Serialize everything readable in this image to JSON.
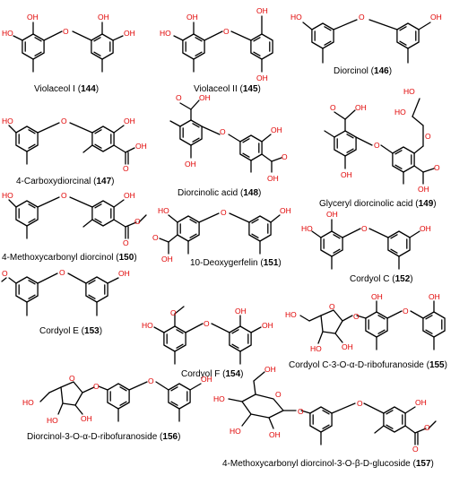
{
  "compounds": [
    {
      "name": "Violaceol I",
      "number": "144"
    },
    {
      "name": "Violaceol II",
      "number": "145"
    },
    {
      "name": "Diorcinol",
      "number": "146"
    },
    {
      "name": "4-Carboxydiorcinal",
      "number": "147"
    },
    {
      "name": "Diorcinolic acid",
      "number": "148"
    },
    {
      "name": "Glyceryl diorcinolic acid",
      "number": "149"
    },
    {
      "name": "4-Methoxycarbonyl diorcinol",
      "number": "150"
    },
    {
      "name": "10-Deoxygerfelin",
      "number": "151"
    },
    {
      "name": "Cordyol C",
      "number": "152"
    },
    {
      "name": "Cordyol E",
      "number": "153"
    },
    {
      "name": "Cordyol F",
      "number": "154"
    },
    {
      "name": "Cordyol C-3-O-α-D-ribofuranoside",
      "number": "155"
    },
    {
      "name": "Diorcinol-3-O-α-D-ribofuranoside",
      "number": "156"
    },
    {
      "name": "4-Methoxycarbonyl diorcinol-3-O-β-D-glucoside",
      "number": "157"
    }
  ],
  "colors": {
    "heteroatom": "#e00000",
    "bond": "#000000",
    "background": "#ffffff"
  }
}
